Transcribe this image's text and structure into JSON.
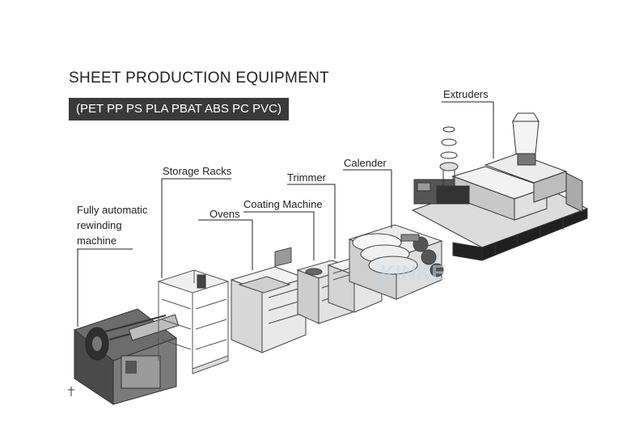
{
  "header": {
    "title": "SHEET PRODUCTION EQUIPMENT",
    "subtitle": "(PET PP PS PLA PBAT ABS PC  PVC)"
  },
  "labels": {
    "extruders": "Extruders",
    "calender": "Calender",
    "trimmer": "Trimmer",
    "coating_machine": "Coating Machine",
    "storage_racks": "Storage Racks",
    "ovens": "Ovens",
    "rewinding_line1": "Fully automatic",
    "rewinding_line2": "rewinding",
    "rewinding_line3": "machine"
  },
  "colors": {
    "text": "#222222",
    "banner": "#3a3a3a",
    "machine_dark": "#444444",
    "machine_mid": "#8c8c8c",
    "machine_light": "#e4e4e4",
    "watermark": "#c9d8ea"
  }
}
